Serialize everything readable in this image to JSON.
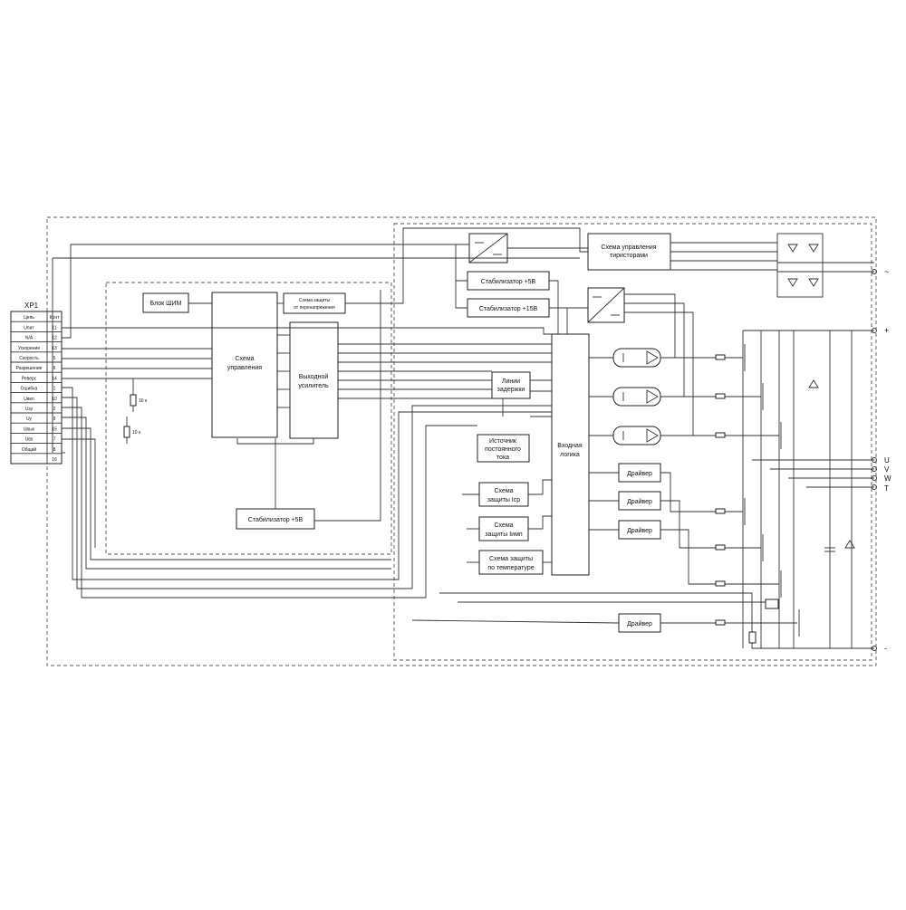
{
  "connector": {
    "name": "XP1",
    "header": [
      "Цепь",
      "Конт"
    ],
    "rows": [
      [
        "Uпит",
        "11"
      ],
      [
        "N/A",
        "12"
      ],
      [
        "Ускорение",
        "13"
      ],
      [
        "Скорость",
        "5"
      ],
      [
        "Разрешение",
        "6"
      ],
      [
        "Реверс",
        "14"
      ],
      [
        "Ошибка",
        "1"
      ],
      [
        "Uвкл",
        "10"
      ],
      [
        "Uзу",
        "2"
      ],
      [
        "Uу",
        "9"
      ],
      [
        "Uвых",
        "15"
      ],
      [
        "Uвх",
        "7"
      ],
      [
        "Общий",
        "8"
      ],
      [
        "",
        "16"
      ]
    ]
  },
  "blocks": {
    "pwm": "Блок ШИМ",
    "overvoltage": [
      "Схема защиты",
      "от перенапряжения"
    ],
    "control": [
      "Схема",
      "управления"
    ],
    "output_amp": [
      "Выходной",
      "усилитель"
    ],
    "stab5_left": "Стабилизатор +5В",
    "stab5": "Стабилизатор +5В",
    "stab15": "Стабилизатор +15В",
    "thyristor_ctrl": [
      "Схема управления",
      "тиристорами"
    ],
    "delay": [
      "Линии",
      "задержки"
    ],
    "current_src": [
      "Источник",
      "постоянного",
      "тока"
    ],
    "input_logic": [
      "Входная",
      "логика"
    ],
    "prot_cp": [
      "Схема",
      "защиты Iср"
    ],
    "prot_imp": [
      "Схема",
      "защиты Iимп"
    ],
    "prot_temp": [
      "Схема защиты",
      "по температуре"
    ],
    "driver": "Драйвер"
  },
  "resistors": [
    "10 к",
    "10 к"
  ],
  "terminals": {
    "ac": "~",
    "plus": "+",
    "u": "U",
    "v": "V",
    "w": "W",
    "t": "T",
    "minus": "-"
  }
}
